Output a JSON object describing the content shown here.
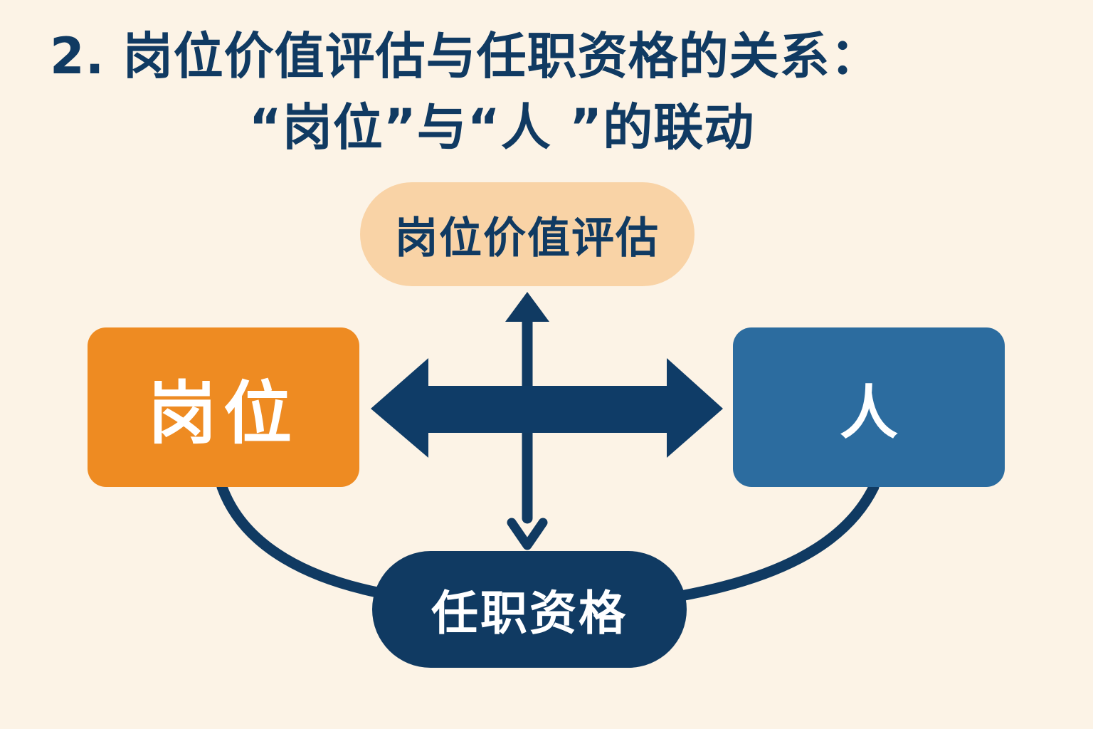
{
  "title": {
    "line1": "2. 岗位价值评估与任职资格的关系：",
    "line2": "“岗位”与“人 ”的联动"
  },
  "nodes": {
    "top": "岗位价值评估",
    "left": "岗位",
    "right": "人",
    "bottom": "任职资格"
  },
  "colors": {
    "background": "#fcf3e6",
    "title": "#103a62",
    "top_node": "#f9d3a6",
    "left_node": "#ee8b22",
    "right_node": "#2c6c9f",
    "bottom_node": "#103a62",
    "arrow": "#103a62"
  }
}
